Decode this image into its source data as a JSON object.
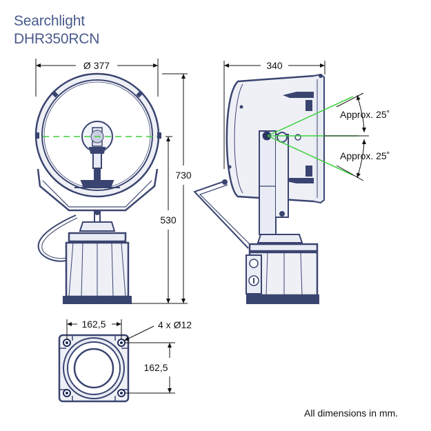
{
  "title": "Searchlight",
  "model": "DHR350RCN",
  "dimensions": {
    "diameter": "Ø 377",
    "depth": "340",
    "total_height": "730",
    "base_height": "530",
    "tilt_up": "Approx. 25˚",
    "tilt_down": "Approx. 25˚",
    "base_width": "162,5",
    "base_length": "162,5",
    "holes": "4 x Ø12"
  },
  "footnote": "All dimensions in mm.",
  "colors": {
    "outline": "#3a4470",
    "fill": "#e9ecf4",
    "dark": "#1e2a5a",
    "beam": "#3ad13a",
    "dimension": "#111111"
  }
}
